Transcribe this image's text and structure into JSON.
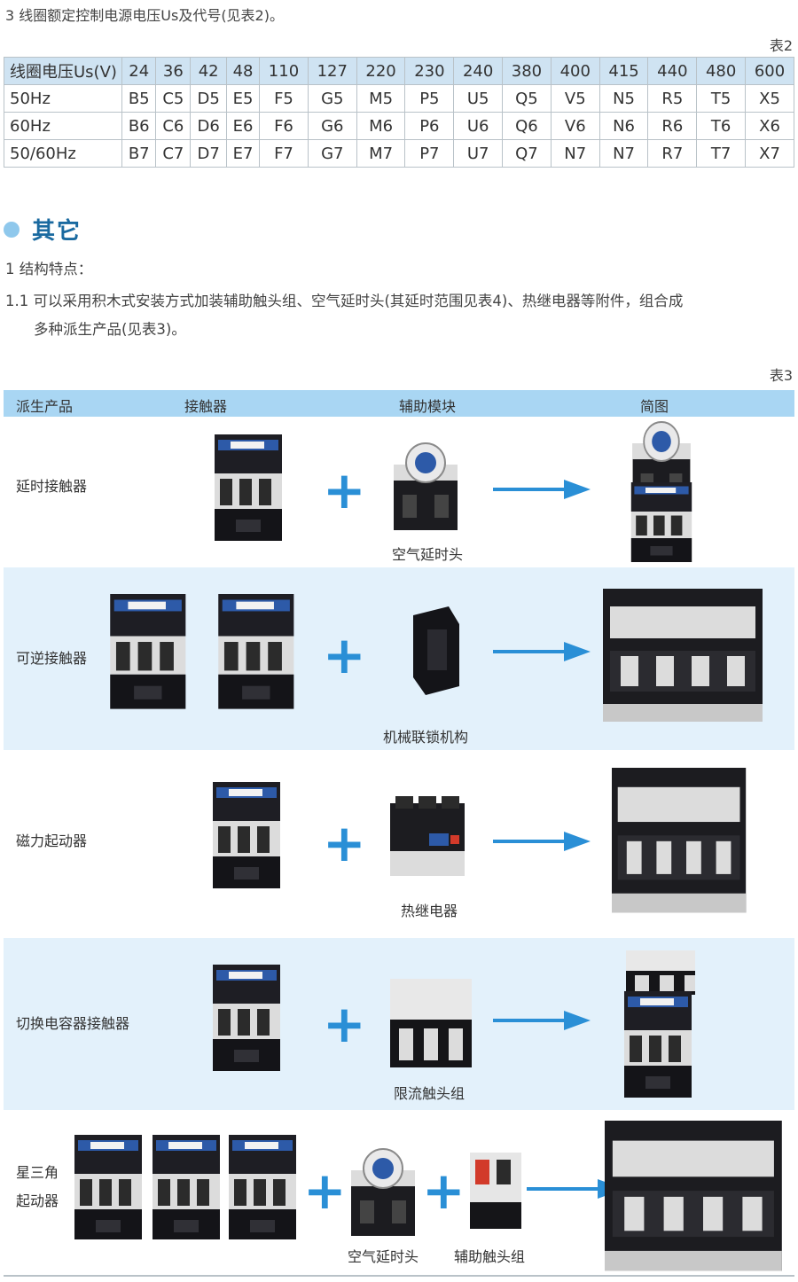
{
  "intro": "3 线圈额定控制电源电压Us及代号(见表2)。",
  "table2": {
    "caption": "表2",
    "header_label": "线圈电压Us(V)",
    "voltages": [
      "24",
      "36",
      "42",
      "48",
      "110",
      "127",
      "220",
      "230",
      "240",
      "380",
      "400",
      "415",
      "440",
      "480",
      "600"
    ],
    "rows": [
      {
        "label": "50Hz",
        "codes": [
          "B5",
          "C5",
          "D5",
          "E5",
          "F5",
          "G5",
          "M5",
          "P5",
          "U5",
          "Q5",
          "V5",
          "N5",
          "R5",
          "T5",
          "X5"
        ]
      },
      {
        "label": "60Hz",
        "codes": [
          "B6",
          "C6",
          "D6",
          "E6",
          "F6",
          "G6",
          "M6",
          "P6",
          "U6",
          "Q6",
          "V6",
          "N6",
          "R6",
          "T6",
          "X6"
        ]
      },
      {
        "label": "50/60Hz",
        "codes": [
          "B7",
          "C7",
          "D7",
          "E7",
          "F7",
          "G7",
          "M7",
          "P7",
          "U7",
          "Q7",
          "N7",
          "N7",
          "R7",
          "T7",
          "X7"
        ]
      }
    ]
  },
  "section": {
    "title": "其它",
    "p1": "1 结构特点：",
    "p2_line1": "1.1 可以采用积木式安装方式加装辅助触头组、空气延时头(其延时范围见表4)、热继电器等附件，组合成",
    "p2_line2": "多种派生产品(见表3)。"
  },
  "table3": {
    "caption": "表3",
    "headers": {
      "product": "派生产品",
      "contactor": "接触器",
      "module": "辅助模块",
      "diagram": "简图"
    },
    "rows": [
      {
        "name": "延时接触器",
        "module_captions": [
          "空气延时头"
        ]
      },
      {
        "name": "可逆接触器",
        "module_captions": [
          "机械联锁机构"
        ]
      },
      {
        "name": "磁力起动器",
        "module_captions": [
          "热继电器"
        ]
      },
      {
        "name": "切换电容器接触器",
        "module_captions": [
          "限流触头组"
        ]
      },
      {
        "name_line1": "星三角",
        "name_line2": "起动器",
        "module_captions": [
          "空气延时头",
          "辅助触头组"
        ]
      }
    ]
  },
  "colors": {
    "header_blue": "#a9d6f3",
    "band_blue": "#e3f1fb",
    "accent": "#2a8fd6",
    "title_blue": "#1a6aa0"
  }
}
